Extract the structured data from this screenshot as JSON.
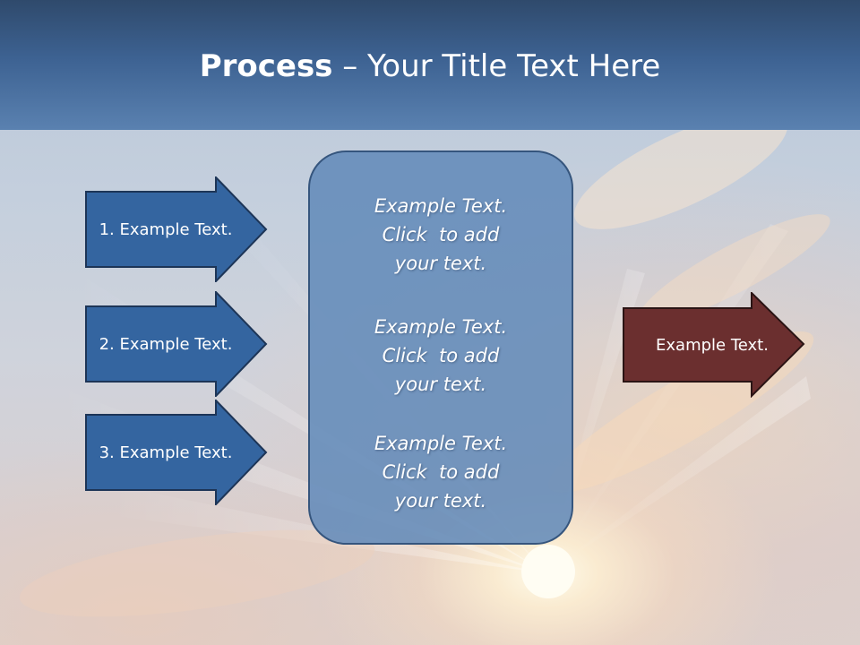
{
  "slide": {
    "title_bold": "Process",
    "title_rest": " – Your Title Text Here",
    "left_arrows": [
      {
        "label": "1. Example Text."
      },
      {
        "label": "2. Example Text."
      },
      {
        "label": "3. Example Text."
      }
    ],
    "center_blocks": [
      {
        "line1": "Example Text.",
        "line2": "Click  to add",
        "line3": "your text."
      },
      {
        "line1": "Example Text.",
        "line2": "Click  to add",
        "line3": "your text."
      },
      {
        "line1": "Example Text.",
        "line2": "Click  to add",
        "line3": "your text."
      }
    ],
    "right_arrow": {
      "label": "Example Text."
    }
  },
  "colors": {
    "header": "#3d6292",
    "left_arrow_fill": "#3465a0",
    "left_arrow_border": "#1d3557",
    "center_box_fill": "#638bb9",
    "right_arrow_fill": "#6b2f2f",
    "right_arrow_border": "#2a1414"
  }
}
